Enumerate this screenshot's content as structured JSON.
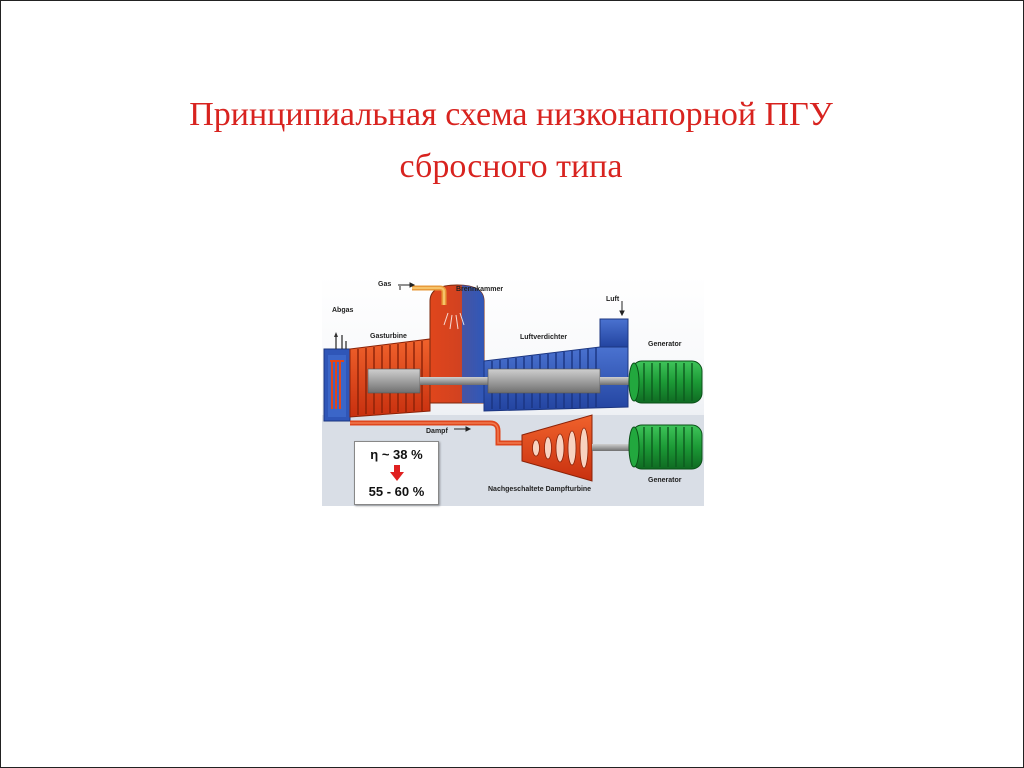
{
  "slide": {
    "title_line1": "Принципиальная схема низконапорной ПГУ",
    "title_line2": "сбросного типа"
  },
  "diagram": {
    "labels": {
      "gas": "Gas",
      "brennkammer": "Brennkammer",
      "abgas": "Abgas",
      "gasturbine": "Gasturbine",
      "luftverdichter": "Luftverdichter",
      "luft": "Luft",
      "generator_top": "Generator",
      "dampf": "Dampf",
      "nachgeschaltete": "Nachgeschaltete Dampfturbine",
      "generator_bottom": "Generator"
    },
    "efficiency": {
      "before": "η ~ 38 %",
      "after": "55 - 60 %"
    },
    "colors": {
      "hot": "#e0461c",
      "cold": "#2f56b8",
      "generator": "#1f9a3b",
      "shaft": "#9a9a9a",
      "title": "#d8231f",
      "arrow": "#e02020"
    }
  }
}
